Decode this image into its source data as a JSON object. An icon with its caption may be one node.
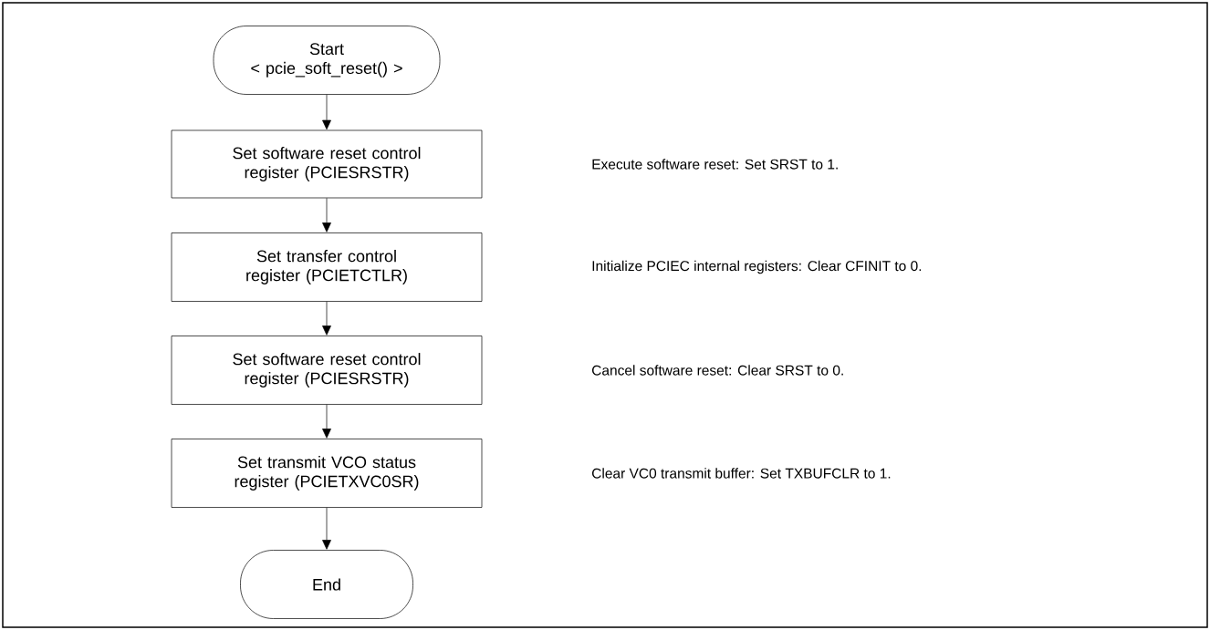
{
  "diagram": {
    "nodes": [
      {
        "text": [
          "Start",
          "< pcie_soft_reset() >"
        ]
      },
      {
        "text": [
          "Set software reset control register (PCIESRSTR)"
        ]
      },
      {
        "text": [
          "Set transfer control register (PCIETCTLR)"
        ]
      },
      {
        "text": [
          "Set software reset control register (PCIESRSTR)"
        ]
      },
      {
        "text": [
          "Set transmit VCO status register (PCIETXVC0SR)"
        ]
      },
      {
        "text": [
          "End"
        ]
      }
    ],
    "edges": [
      {
        "from": 0,
        "to": 1,
        "arrow": "to"
      },
      {
        "from": 1,
        "to": 2,
        "arrow": "to"
      },
      {
        "from": 2,
        "to": 3,
        "arrow": "to"
      },
      {
        "from": 3,
        "to": 4,
        "arrow": "to"
      },
      {
        "from": 4,
        "to": 5,
        "arrow": "to"
      }
    ],
    "labels": [
      "Execute software reset: Set SRST to 1.",
      "Initialize PCIEC internal registers: Clear CFINIT to 0.",
      "Cancel software reset: Clear SRST to 0.",
      "Clear VC0 transmit buffer: Set TXBUFCLR to 1."
    ]
  }
}
